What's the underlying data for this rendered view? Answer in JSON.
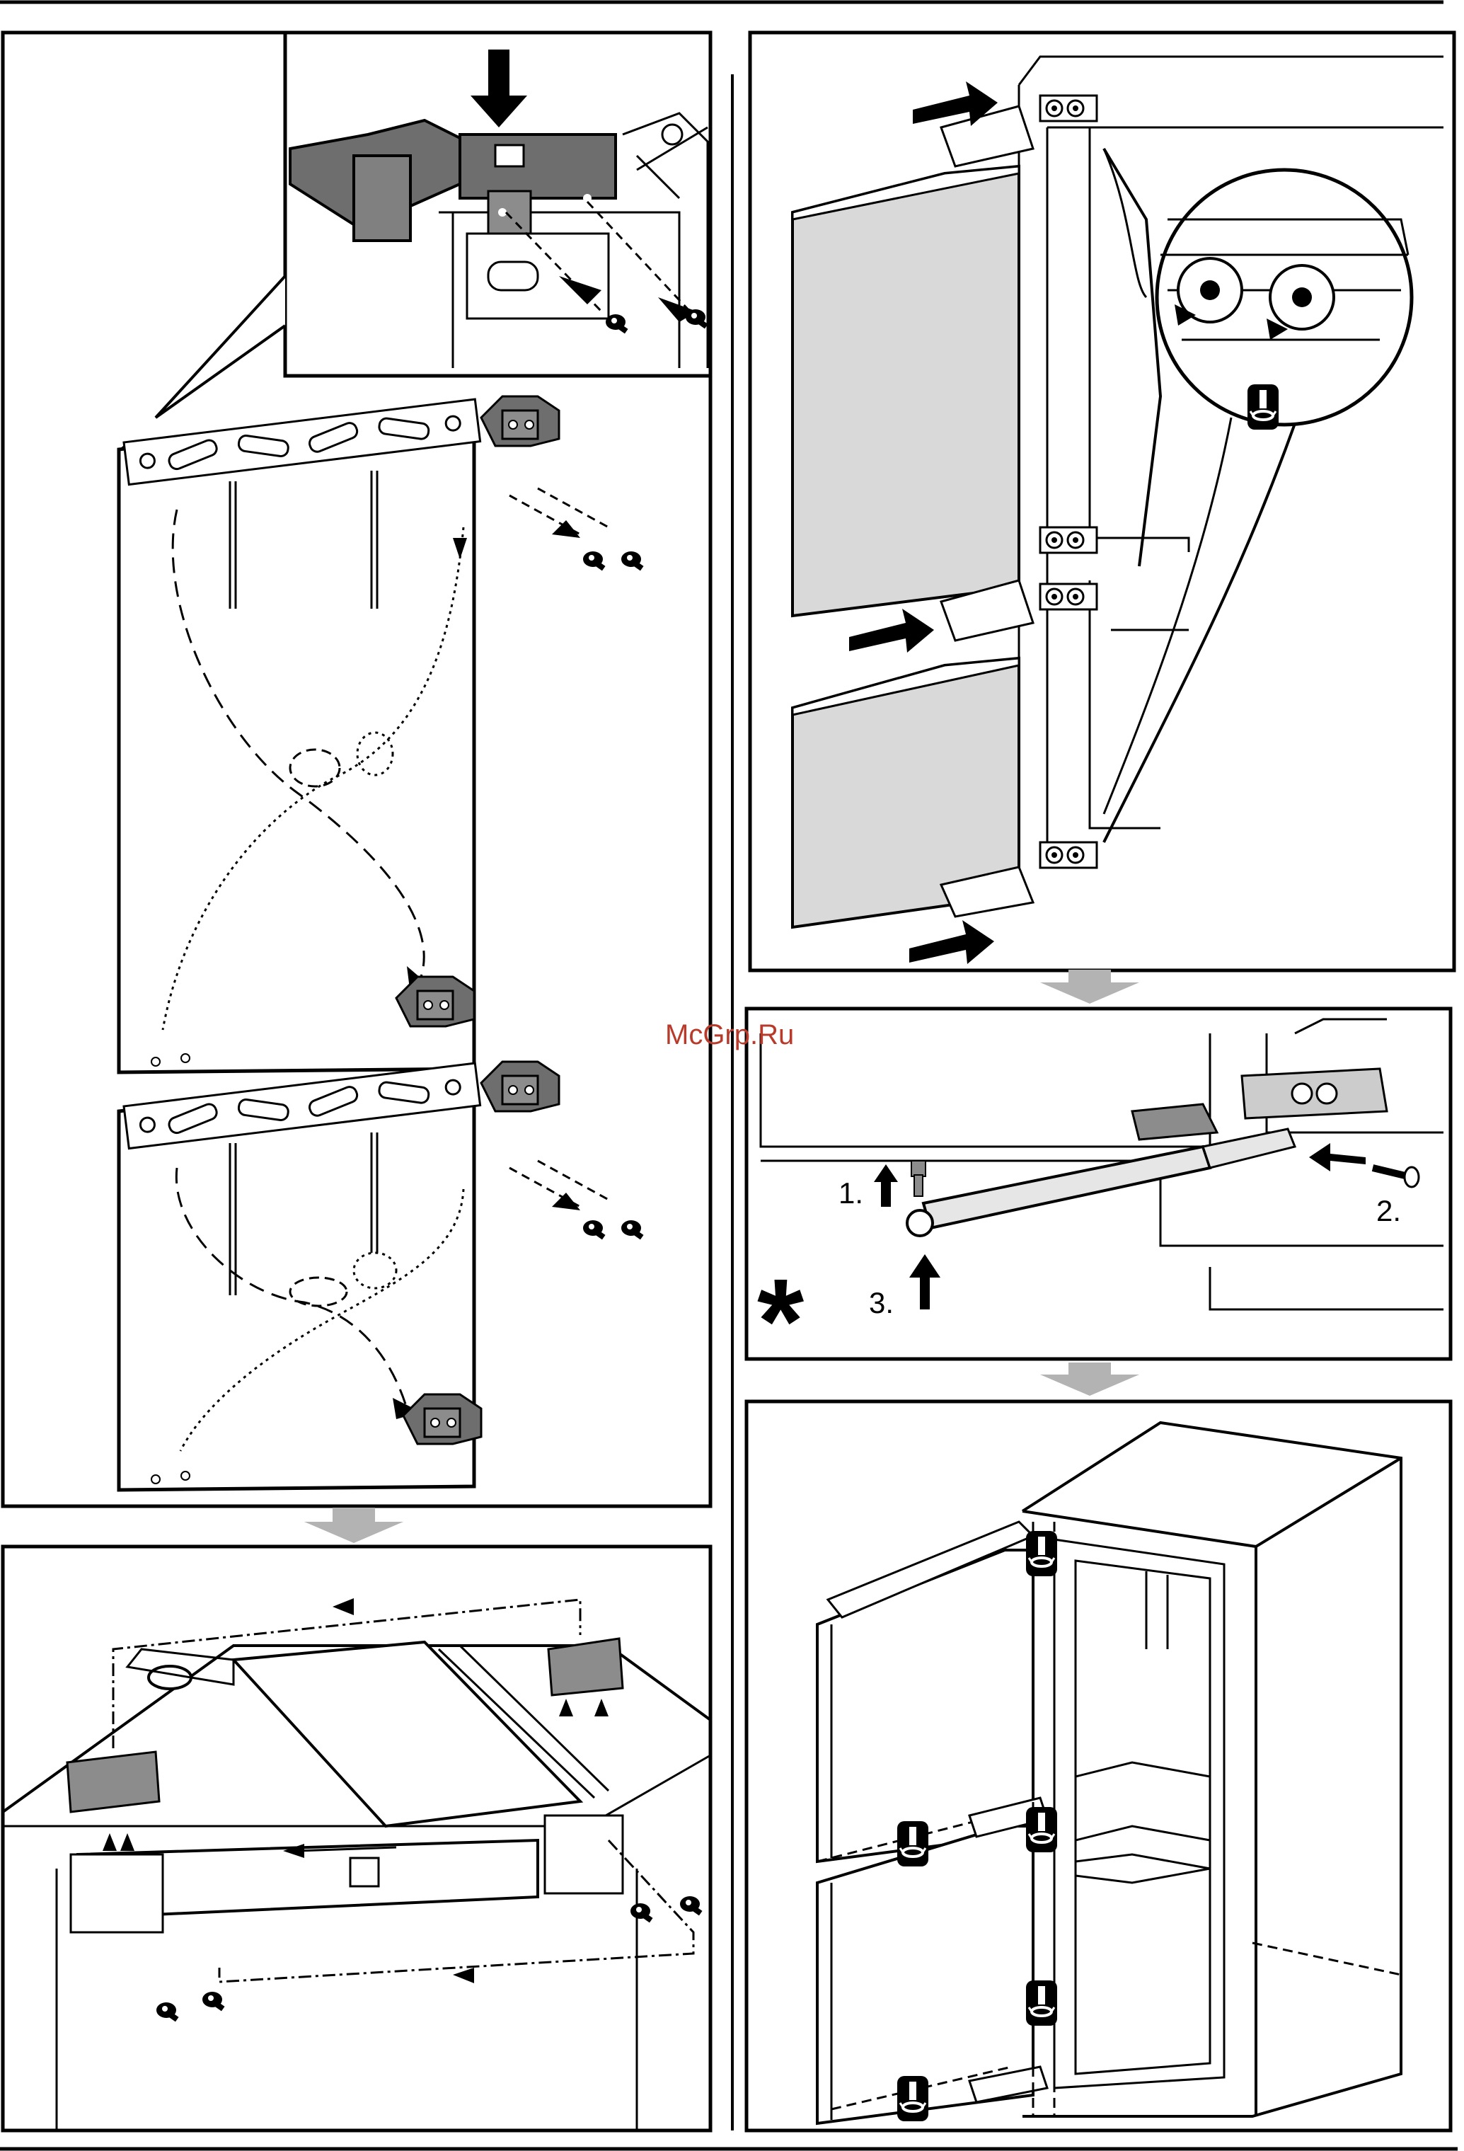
{
  "watermark": "McGrp.Ru",
  "steps": {
    "step1": "1.",
    "step2": "2.",
    "step3": "3."
  },
  "note_symbol": "*",
  "icons": {
    "torx": "torx-screwdriver-icon",
    "arrow": "push-arrow-icon"
  },
  "colors": {
    "ink": "#000000",
    "hinge": "#6e6e6e",
    "door": "#d9d9d9",
    "flow_arrow": "#b3b3b3",
    "watermark": "#b83a2a"
  }
}
